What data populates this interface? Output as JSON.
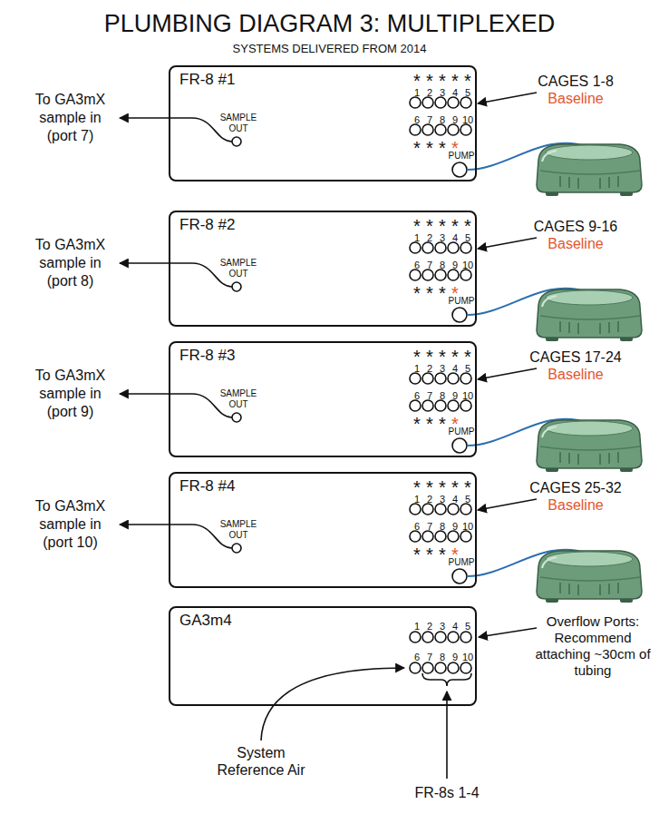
{
  "diagram": {
    "title": "PLUMBING DIAGRAM 3: MULTIPLEXED",
    "nodes": [
      {
        "text": [
          "FR-8 #1",
          "SAMPLE OUT",
          "*",
          "*",
          "*",
          "*",
          "*",
          "1",
          "2",
          "3",
          "4",
          "5",
          "6",
          "7",
          "8",
          "9",
          "10",
          "*",
          "*",
          "*",
          "*",
          "PUMP"
        ]
      },
      {
        "text": [
          "FR-8 #2",
          "SAMPLE OUT",
          "*",
          "*",
          "*",
          "*",
          "*",
          "1",
          "2",
          "3",
          "4",
          "5",
          "6",
          "7",
          "8",
          "9",
          "10",
          "*",
          "*",
          "*",
          "*",
          "PUMP"
        ]
      },
      {
        "text": [
          "FR-8 #3",
          "SAMPLE OUT",
          "*",
          "*",
          "*",
          "*",
          "*",
          "1",
          "2",
          "3",
          "4",
          "5",
          "6",
          "7",
          "8",
          "9",
          "10",
          "*",
          "*",
          "*",
          "*",
          "PUMP"
        ]
      },
      {
        "text": [
          "FR-8 #4",
          "SAMPLE OUT",
          "*",
          "*",
          "*",
          "*",
          "*",
          "1",
          "2",
          "3",
          "4",
          "5",
          "6",
          "7",
          "8",
          "9",
          "10",
          "*",
          "*",
          "*",
          "*",
          "PUMP"
        ]
      },
      {
        "text": [
          "GA3m4",
          "1",
          "2",
          "3",
          "4",
          "5",
          "6",
          "7",
          "8",
          "9",
          "10"
        ]
      }
    ],
    "labels": [
      "SYSTEMS DELIVERED FROM 2014",
      "To GA3mX sample in (port 7)",
      "CAGES 1-8",
      "Baseline",
      "To GA3mX sample in (port 8)",
      "CAGES 9-16",
      "Baseline",
      "To GA3mX sample in (port 9)",
      "CAGES 17-24",
      "Baseline",
      "To GA3mX sample in (port 10)",
      "CAGES 25-32",
      "Baseline",
      "Overflow Ports: Recommend attaching ~30cm of tubing",
      "System Reference Air",
      "FR-8s 1-4"
    ]
  }
}
